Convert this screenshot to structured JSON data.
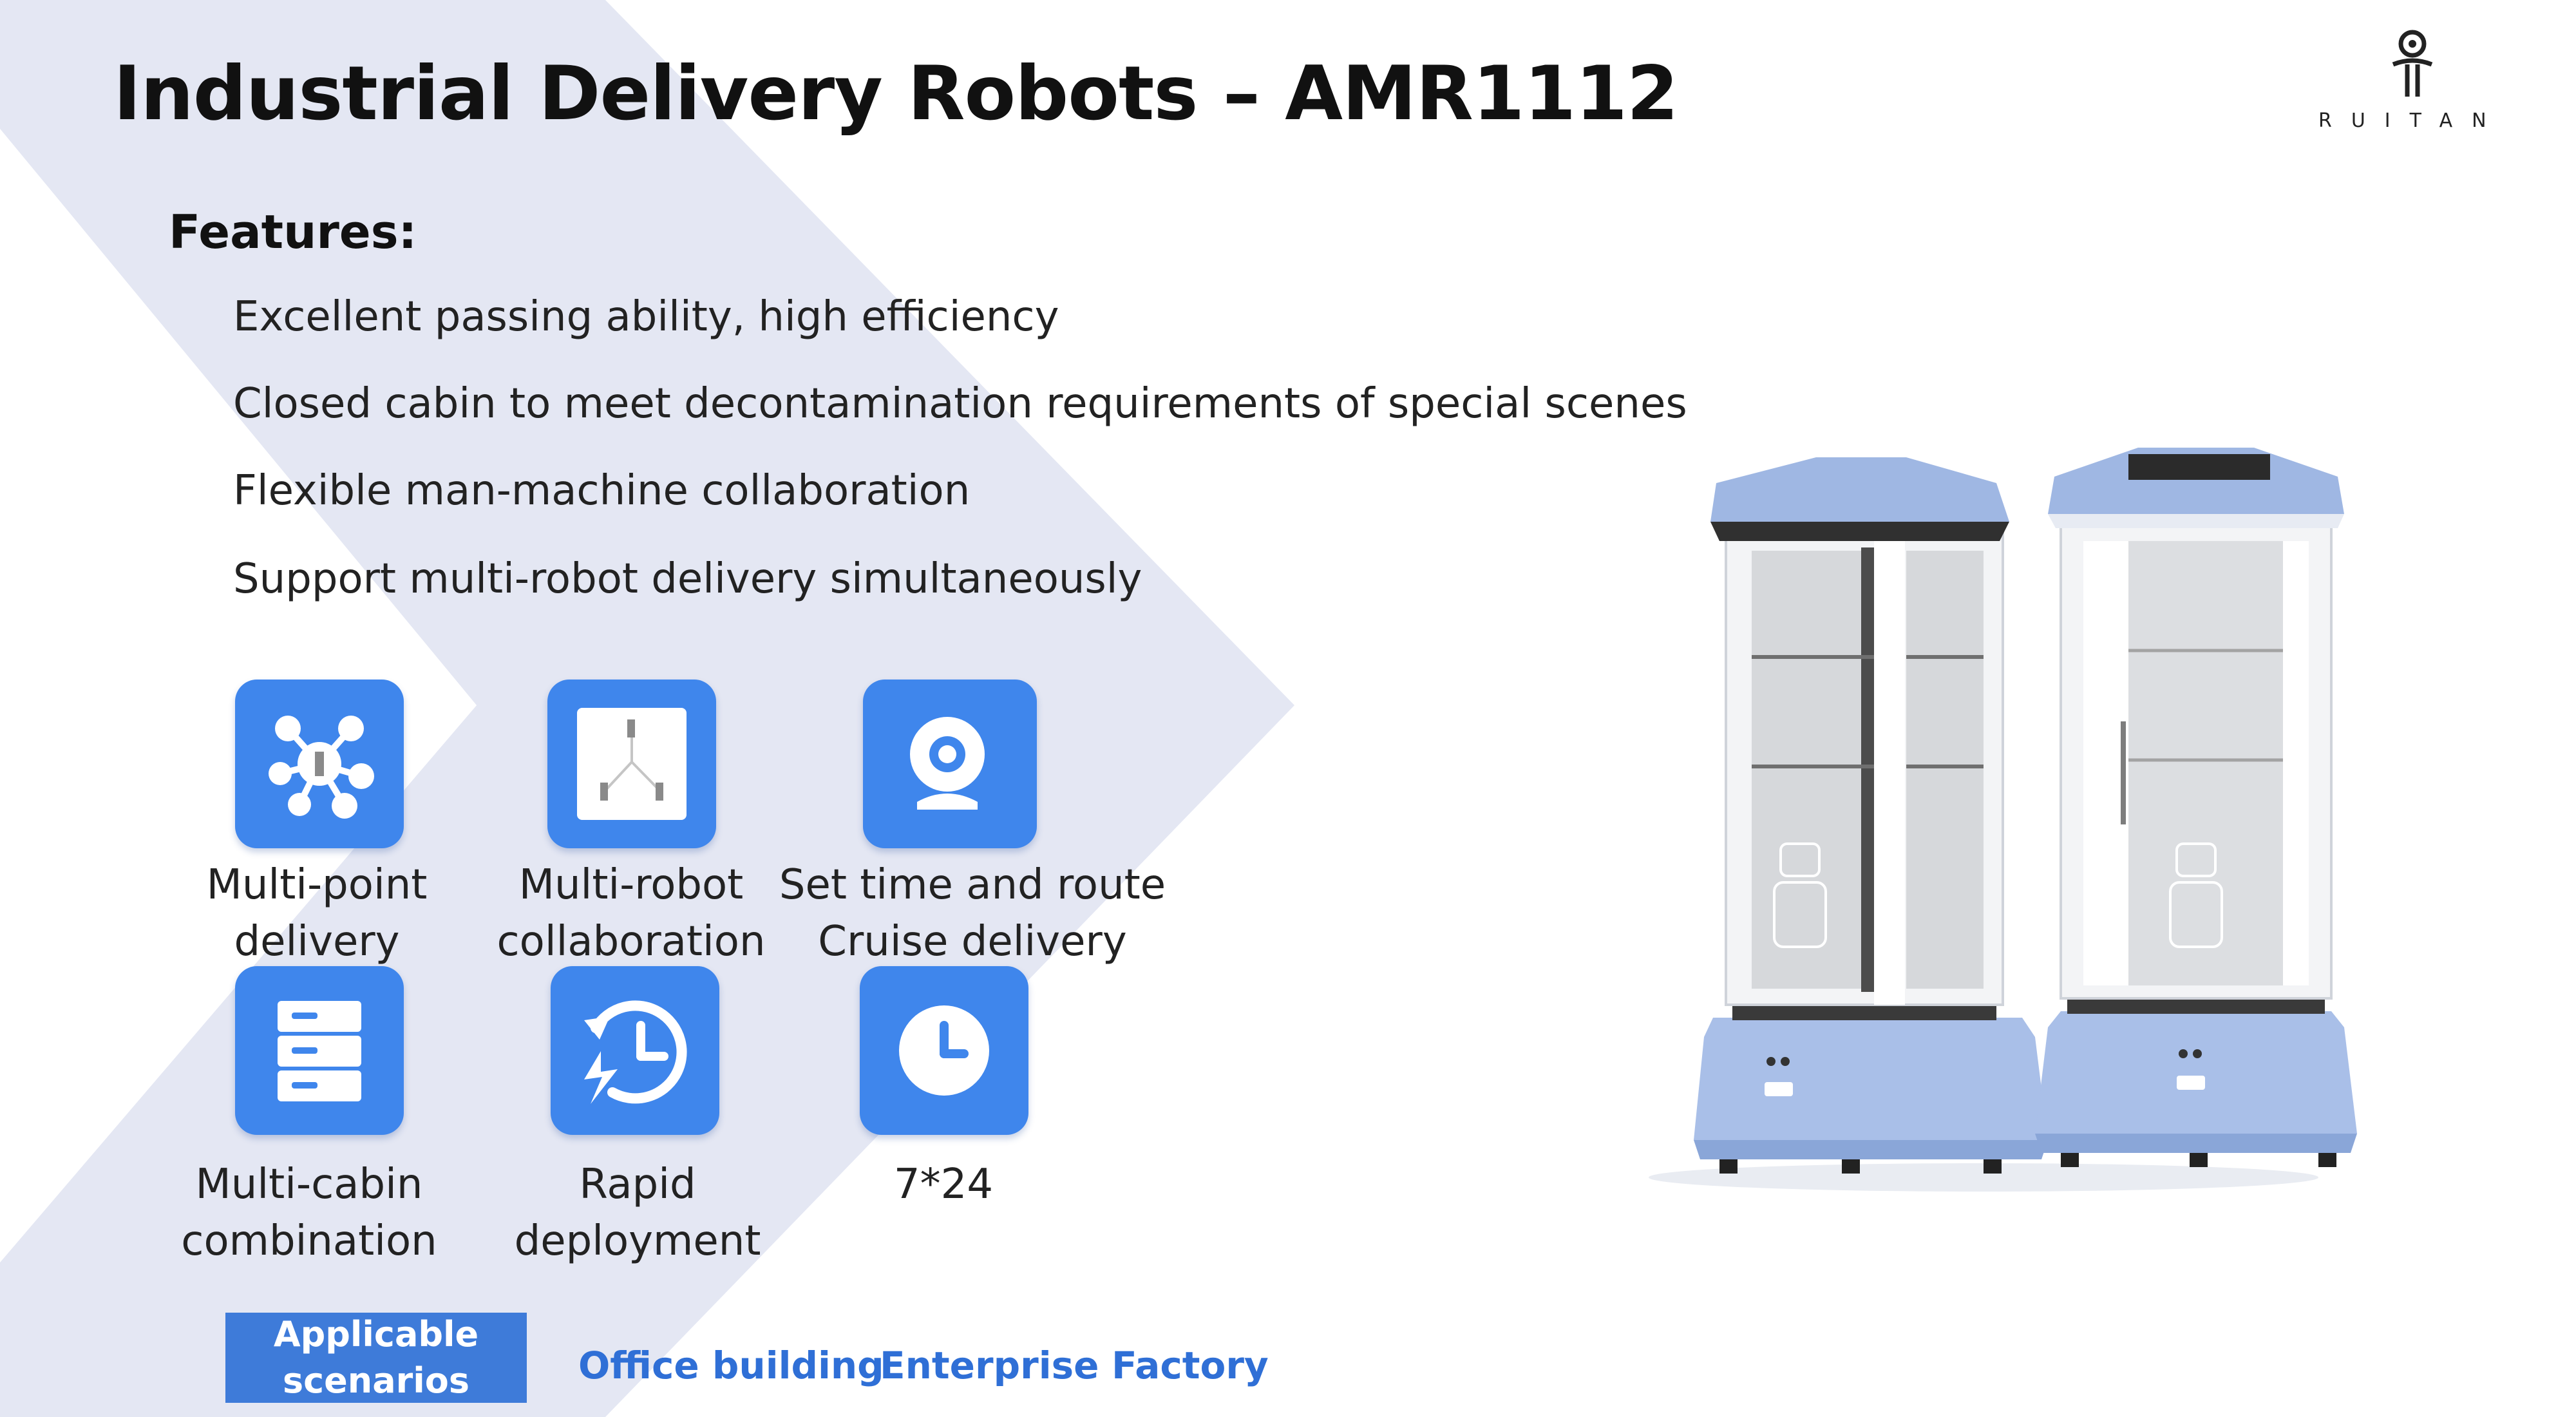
{
  "slide": {
    "title": "Industrial Delivery Robots – AMR1112",
    "logo_text": "RUITAN",
    "features_heading": "Features:",
    "features": [
      "Excellent passing ability, high efficiency",
      "Closed cabin to meet decontamination requirements of special scenes",
      "Flexible man-machine collaboration",
      "Support multi-robot delivery simultaneously"
    ],
    "capabilities": [
      {
        "icon": "network-nodes-icon",
        "line1": "Multi-point",
        "line2": "delivery"
      },
      {
        "icon": "multi-robot-icon",
        "line1": "Multi-robot",
        "line2": "collaboration"
      },
      {
        "icon": "camera-icon",
        "line1": "Set time and route",
        "line2": "Cruise delivery"
      },
      {
        "icon": "cabinet-stack-icon",
        "line1": "Multi-cabin",
        "line2": "combination"
      },
      {
        "icon": "rapid-clock-icon",
        "line1": "Rapid",
        "line2": "deployment"
      },
      {
        "icon": "clock-icon",
        "line1": "7*24",
        "line2": ""
      }
    ],
    "scenarios_label_line1": "Applicable",
    "scenarios_label_line2": "scenarios",
    "scenarios": [
      "Office building",
      "Enterprise",
      "Factory"
    ]
  },
  "colors": {
    "accent": "#3f86ec",
    "chevron": "#e3e6f2",
    "scenario_text": "#2f6fd6",
    "scenario_box": "#3e7bd9",
    "robot_body": "#9fb7e3"
  }
}
